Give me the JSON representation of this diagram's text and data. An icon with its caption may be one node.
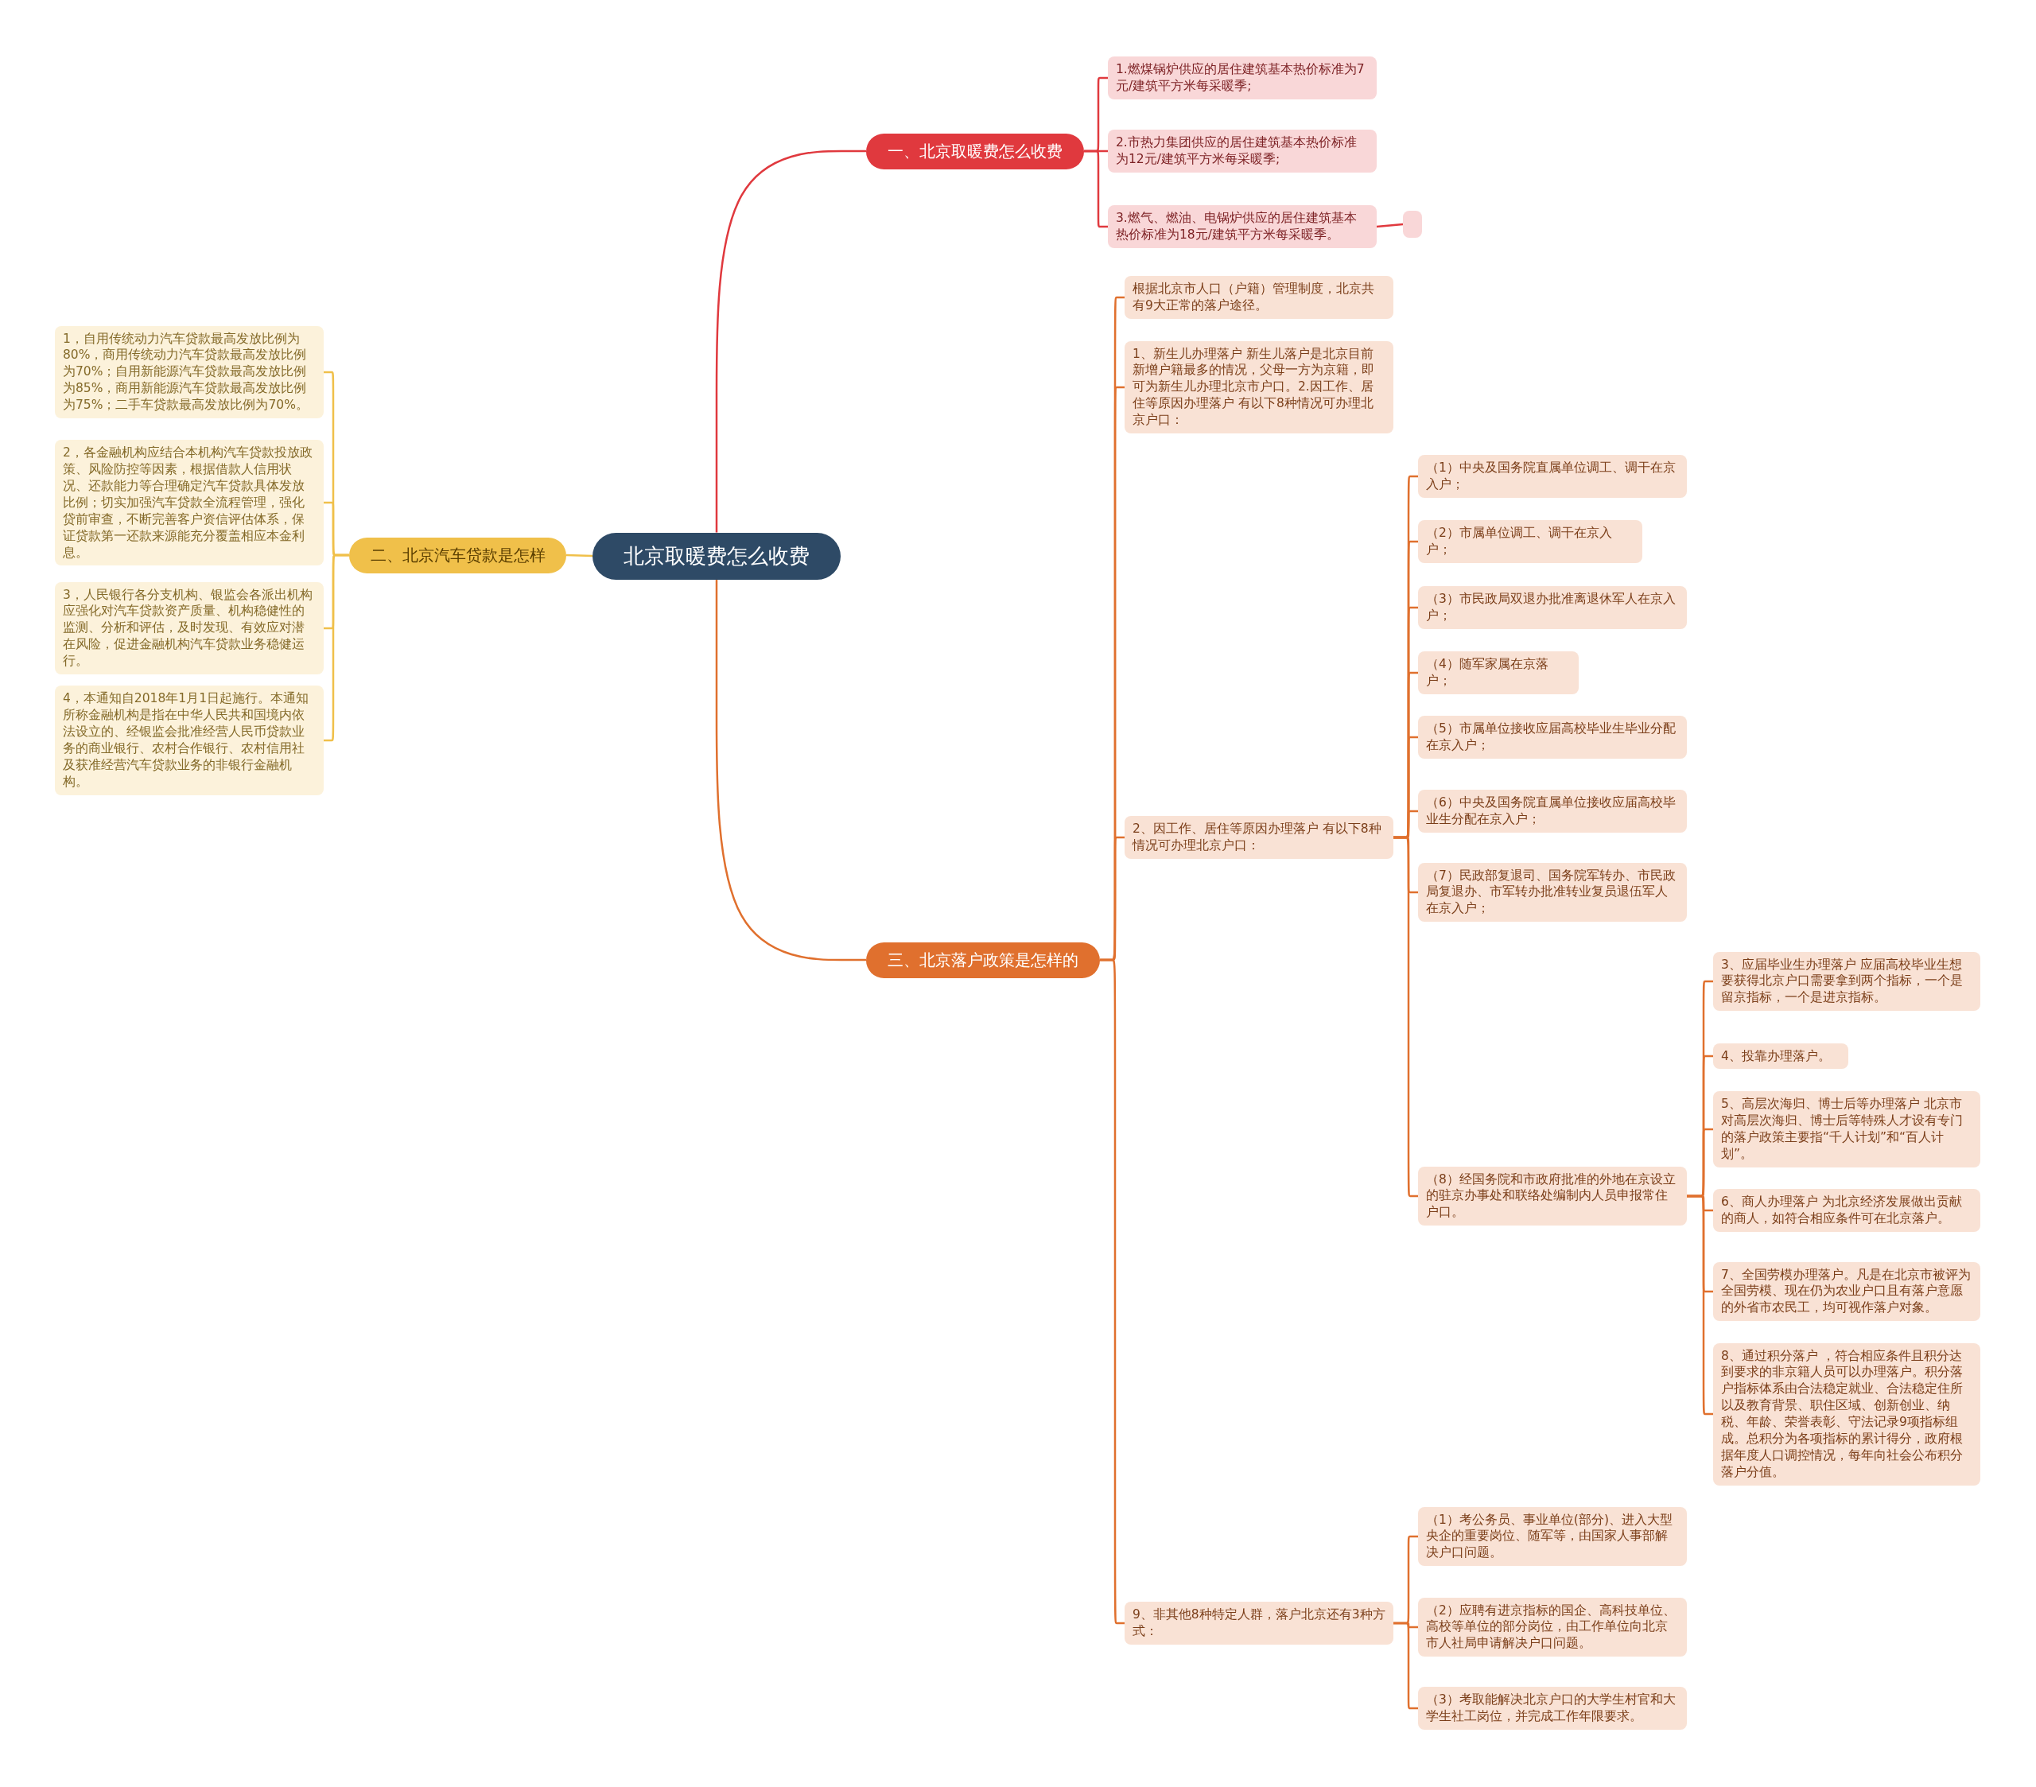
{
  "diagram": {
    "nodes": [
      {
        "text": [
          "北京取暖费怎么收费"
        ]
      },
      {
        "text": [
          "一、北京取暖费怎么收费"
        ]
      },
      {
        "text": [
          "1.燃煤锅炉供应的居住建筑基本热价标准为7元/建筑平方米每采暖季;"
        ]
      },
      {
        "text": [
          "2.市热力集团供应的居住建筑基本热价标准为12元/建筑平方米每采暖季;"
        ]
      },
      {
        "text": [
          "3.燃气、燃油、电锅炉供应的居住建筑基本热价标准为18元/建筑平方米每采暖季。"
        ]
      },
      {
        "text": [],
        "shape": "box"
      },
      {
        "text": [
          "二、北京汽车贷款是怎样"
        ]
      },
      {
        "text": [
          "1，自用传统动力汽车贷款最高发放比例为80%，商用传统动力汽车贷款最高发放比例为70%；自用新能源汽车贷款最高发放比例为85%，商用新能源汽车贷款最高发放比例为75%；二手车贷款最高发放比例为70%。"
        ]
      },
      {
        "text": [
          "2，各金融机构应结合本机构汽车贷款投放政策、风险防控等因素，根据借款人信用状况、还款能力等合理确定汽车贷款具体发放比例；切实加强汽车贷款全流程管理，强化贷前审查，不断完善客户资信评估体系，保证贷款第一还款来源能充分覆盖相应本金利息。"
        ]
      },
      {
        "text": [
          "3，人民银行各分支机构、银监会各派出机构应强化对汽车贷款资产质量、机构稳健性的监测、分析和评估，及时发现、有效应对潜在风险，促进金融机构汽车贷款业务稳健运行。"
        ]
      },
      {
        "text": [
          "4，本通知自2018年1月1日起施行。本通知所称金融机构是指在中华人民共和国境内依法设立的、经银监会批准经营人民币贷款业务的商业银行、农村合作银行、农村信用社及获准经营汽车贷款业务的非银行金融机构。"
        ]
      },
      {
        "text": [
          "三、北京落户政策是怎样的"
        ]
      },
      {
        "text": [
          "根据北京市人口（户籍）管理制度，北京共有9大正常的落户途径。"
        ]
      },
      {
        "text": [
          "1、新生儿办理落户 新生儿落户是北京目前新增户籍最多的情况，父母一方为京籍，即可为新生儿办理北京市户口。2.因工作、居住等原因办理落户 有以下8种情况可办理北京户口："
        ]
      },
      {
        "text": [
          "2、因工作、居住等原因办理落户 有以下8种情况可办理北京户口："
        ]
      },
      {
        "text": [
          "9、非其他8种特定人群，落户北京还有3种方式："
        ]
      },
      {
        "text": [
          "（1）中央及国务院直属单位调工、调干在京入户；"
        ]
      },
      {
        "text": [
          "（2）市属单位调工、调干在京入户；"
        ]
      },
      {
        "text": [
          "（3）市民政局双退办批准离退休军人在京入户；"
        ]
      },
      {
        "text": [
          "（4）随军家属在京落户；"
        ]
      },
      {
        "text": [
          "（5）市属单位接收应届高校毕业生毕业分配在京入户；"
        ]
      },
      {
        "text": [
          "（6）中央及国务院直属单位接收应届高校毕业生分配在京入户；"
        ]
      },
      {
        "text": [
          "（7）民政部复退司、国务院军转办、市民政局复退办、市军转办批准转业复员退伍军人在京入户；"
        ]
      },
      {
        "text": [
          "（8）经国务院和市政府批准的外地在京设立的驻京办事处和联络处编制内人员申报常住户口。"
        ]
      },
      {
        "text": [
          "3、应届毕业生办理落户 应届高校毕业生想要获得北京户口需要拿到两个指标，一个是留京指标，一个是进京指标。"
        ]
      },
      {
        "text": [
          "4、投靠办理落户。"
        ]
      },
      {
        "text": [
          "5、高层次海归、博士后等办理落户 北京市对高层次海归、博士后等特殊人才设有专门的落户政策主要指“千人计划”和“百人计划”。"
        ]
      },
      {
        "text": [
          "6、商人办理落户 为北京经济发展做出贡献的商人，如符合相应条件可在北京落户。"
        ]
      },
      {
        "text": [
          "7、全国劳模办理落户。凡是在北京市被评为全国劳模、现在仍为农业户口且有落户意愿的外省市农民工，均可视作落户对象。"
        ]
      },
      {
        "text": [
          "8、通过积分落户 ，符合相应条件且积分达到要求的非京籍人员可以办理落户。积分落户指标体系由合法稳定就业、合法稳定住所以及教育背景、职住区域、创新创业、纳税、年龄、荣誉表彰、守法记录9项指标组成。总积分为各项指标的累计得分，政府根据年度人口调控情况，每年向社会公布积分落户分值。"
        ]
      },
      {
        "text": [
          "（1）考公务员、事业单位(部分)、进入大型央企的重要岗位、随军等，由国家人事部解决户口问题。"
        ]
      },
      {
        "text": [
          "（2）应聘有进京指标的国企、高科技单位、高校等单位的部分岗位，由工作单位向北京市人社局申请解决户口问题。"
        ]
      },
      {
        "text": [
          "（3）考取能解决北京户口的大学生村官和大学生社工岗位，并完成工作年限要求。"
        ]
      }
    ],
    "edges": [
      {
        "from": 0,
        "to": 1,
        "arrow": "none",
        "color": "#e0393e"
      },
      {
        "from": 1,
        "to": 2,
        "arrow": "none",
        "color": "#e0393e"
      },
      {
        "from": 1,
        "to": 3,
        "arrow": "none",
        "color": "#e0393e"
      },
      {
        "from": 1,
        "to": 4,
        "arrow": "none",
        "color": "#e0393e"
      },
      {
        "from": 4,
        "to": 5,
        "arrow": "none",
        "color": "#e0393e"
      },
      {
        "from": 0,
        "to": 6,
        "arrow": "none",
        "color": "#f0c04a"
      },
      {
        "from": 6,
        "to": 7,
        "arrow": "none",
        "color": "#f0c04a"
      },
      {
        "from": 6,
        "to": 8,
        "arrow": "none",
        "color": "#f0c04a"
      },
      {
        "from": 6,
        "to": 9,
        "arrow": "none",
        "color": "#f0c04a"
      },
      {
        "from": 6,
        "to": 10,
        "arrow": "none",
        "color": "#f0c04a"
      },
      {
        "from": 0,
        "to": 11,
        "arrow": "none"
      },
      {
        "from": 11,
        "to": 12,
        "arrow": "none"
      },
      {
        "from": 11,
        "to": 13,
        "arrow": "none"
      },
      {
        "from": 11,
        "to": 14,
        "arrow": "none"
      },
      {
        "from": 11,
        "to": 15,
        "arrow": "none"
      },
      {
        "from": 14,
        "to": 16,
        "arrow": "none"
      },
      {
        "from": 14,
        "to": 17,
        "arrow": "none"
      },
      {
        "from": 14,
        "to": 18,
        "arrow": "none"
      },
      {
        "from": 14,
        "to": 19,
        "arrow": "none"
      },
      {
        "from": 14,
        "to": 20,
        "arrow": "none"
      },
      {
        "from": 14,
        "to": 21,
        "arrow": "none"
      },
      {
        "from": 14,
        "to": 22,
        "arrow": "none"
      },
      {
        "from": 14,
        "to": 23,
        "arrow": "none"
      },
      {
        "from": 23,
        "to": 24,
        "arrow": "none"
      },
      {
        "from": 23,
        "to": 25,
        "arrow": "none"
      },
      {
        "from": 23,
        "to": 26,
        "arrow": "none"
      },
      {
        "from": 23,
        "to": 27,
        "arrow": "none"
      },
      {
        "from": 23,
        "to": 28,
        "arrow": "none"
      },
      {
        "from": 23,
        "to": 29,
        "arrow": "none"
      },
      {
        "from": 15,
        "to": 30,
        "arrow": "none"
      },
      {
        "from": 15,
        "to": 31,
        "arrow": "none"
      },
      {
        "from": 15,
        "to": 32,
        "arrow": "none"
      }
    ]
  }
}
